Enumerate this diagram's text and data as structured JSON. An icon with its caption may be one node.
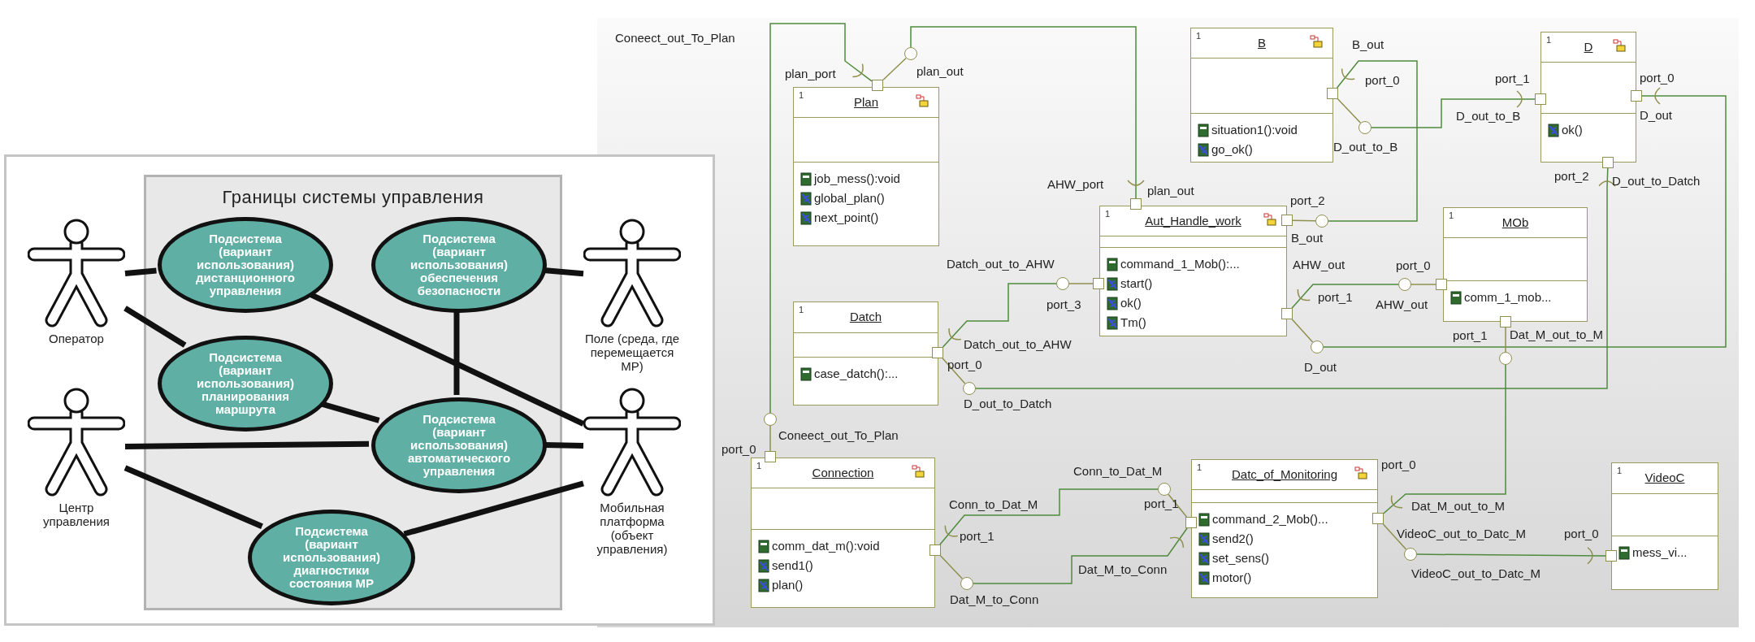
{
  "diagram": {
    "nodes": [
      {
        "text": [
          "Оператор"
        ]
      },
      {
        "text": [
          "Центр управления"
        ]
      },
      {
        "text": [
          "Границы системы управления"
        ]
      },
      {
        "text": [
          "Подсистема (вариант использования) дистанционного управления"
        ],
        "in": 2
      },
      {
        "text": [
          "Подсистема (вариант использования) обеспечения безопасности"
        ],
        "in": 2
      },
      {
        "text": [
          "Подсистема (вариант использования) планирования маршрута"
        ],
        "in": 2
      },
      {
        "text": [
          "Подсистема (вариант использования) автоматического управления"
        ],
        "in": 2
      },
      {
        "text": [
          "Подсистема (вариант использования) диагностики состояния МР"
        ],
        "in": 2
      },
      {
        "text": [
          "Поле (среда, где перемещается МР)"
        ]
      },
      {
        "text": [
          "Мобильная платформа (объект управления)"
        ]
      },
      {
        "text": [
          "1",
          "Plan",
          "job_mess():void",
          "global_plan()",
          "next_point()"
        ]
      },
      {
        "text": [
          "1",
          "B",
          "situation1():void",
          "go_ok()"
        ]
      },
      {
        "text": [
          "1",
          "D",
          "ok()"
        ]
      },
      {
        "text": [
          "1",
          "Aut_Handle_work",
          "command_1_Mob():...",
          "start()",
          "ok()",
          "Tm()"
        ]
      },
      {
        "text": [
          "1",
          "MOb",
          "comm_1_mob..."
        ]
      },
      {
        "text": [
          "1",
          "Datch",
          "case_datch():..."
        ]
      },
      {
        "text": [
          "1",
          "Connection",
          "comm_dat_m():void",
          "send1()",
          "plan()"
        ]
      },
      {
        "text": [
          "1",
          "Datc_of_Monitoring",
          "command_2_Mob()...",
          "send2()",
          "set_sens()",
          "motor()"
        ]
      },
      {
        "text": [
          "1",
          "VideoC",
          "mess_vi..."
        ]
      },
      {
        "text": [],
        "shape": "box"
      },
      {
        "text": [],
        "shape": "box"
      },
      {
        "text": [],
        "shape": "box",
        "beside": [
          "port_2"
        ]
      },
      {
        "text": [],
        "shape": "box",
        "beside": [
          "port_3"
        ]
      },
      {
        "text": [],
        "shape": "box",
        "beside": [
          "port_1"
        ]
      },
      {
        "text": [],
        "shape": "box",
        "beside": [
          "port_0"
        ]
      },
      {
        "text": [],
        "shape": "box",
        "beside": [
          "port_1"
        ]
      },
      {
        "text": [],
        "shape": "box",
        "beside": [
          "port_0"
        ]
      },
      {
        "text": [],
        "shape": "box",
        "beside": [
          "port_2"
        ]
      },
      {
        "text": [],
        "shape": "box",
        "beside": [
          "port_0"
        ]
      },
      {
        "text": [],
        "shape": "box",
        "beside": [
          "port_1"
        ]
      },
      {
        "text": [],
        "shape": "box",
        "beside": [
          "port_0"
        ]
      },
      {
        "text": [],
        "shape": "box",
        "beside": [
          "port_0"
        ]
      },
      {
        "text": [],
        "shape": "box",
        "beside": [
          "port_1"
        ]
      },
      {
        "text": [],
        "shape": "box",
        "beside": [
          "port_1"
        ]
      },
      {
        "text": [],
        "shape": "box"
      },
      {
        "text": [],
        "shape": "box",
        "beside": [
          "port_0"
        ]
      },
      {
        "text": [],
        "shape": "circle",
        "beside": [
          "plan_out"
        ]
      },
      {
        "text": [],
        "shape": "circle",
        "beside": [
          "Coneect_out_To_Plan"
        ]
      },
      {
        "text": [],
        "shape": "circle",
        "beside": [
          "Datch_out_to_AHW"
        ]
      },
      {
        "text": [],
        "shape": "circle",
        "beside": [
          "D_out_to_Datch"
        ]
      },
      {
        "text": [],
        "shape": "circle",
        "beside": [
          "B_out"
        ]
      },
      {
        "text": [],
        "shape": "circle"
      },
      {
        "text": [],
        "shape": "circle",
        "beside": [
          "D_out"
        ]
      },
      {
        "text": [],
        "shape": "circle",
        "beside": [
          "AHW_out"
        ]
      },
      {
        "text": [],
        "shape": "circle",
        "beside": [
          "Dat_M_out_to_M"
        ]
      },
      {
        "text": [],
        "shape": "circle",
        "beside": [
          "Conn_to_Dat_M"
        ]
      },
      {
        "text": [],
        "shape": "circle",
        "beside": [
          "Dat_M_to_Conn"
        ]
      },
      {
        "text": [],
        "shape": "circle",
        "beside": [
          "VideoC_out_to_Datc_M"
        ]
      }
    ],
    "edges": [
      {
        "from": 0,
        "to": 3,
        "arrow": "none",
        "style": "thick",
        "color": "#111111"
      },
      {
        "from": 0,
        "to": 5,
        "arrow": "none",
        "style": "thick",
        "color": "#111111"
      },
      {
        "from": 1,
        "to": 6,
        "arrow": "none",
        "style": "thick",
        "color": "#111111"
      },
      {
        "from": 1,
        "to": 7,
        "arrow": "none",
        "style": "thick",
        "color": "#111111"
      },
      {
        "from": 3,
        "to": 9,
        "arrow": "none",
        "style": "thick",
        "color": "#111111"
      },
      {
        "from": 4,
        "to": 8,
        "arrow": "none",
        "style": "thick",
        "color": "#111111"
      },
      {
        "from": 4,
        "to": 6,
        "arrow": "none",
        "style": "thick",
        "color": "#111111"
      },
      {
        "from": 5,
        "to": 6,
        "arrow": "none",
        "style": "thick",
        "color": "#111111"
      },
      {
        "from": 6,
        "to": 9,
        "arrow": "none",
        "style": "thick",
        "color": "#111111"
      },
      {
        "from": 7,
        "to": 9,
        "arrow": "none",
        "style": "thick",
        "color": "#111111"
      },
      {
        "from": 19,
        "to": 36,
        "arrow": "none",
        "color": "#8f8f4f"
      },
      {
        "from": 36,
        "to": 20,
        "arrow": "other",
        "label": "plan_out"
      },
      {
        "from": 31,
        "to": 37,
        "arrow": "none",
        "color": "#8f8f4f"
      },
      {
        "from": 37,
        "to": 19,
        "arrow": "other",
        "label": "Coneect_out_To_Plan"
      },
      {
        "from": 22,
        "to": 38,
        "arrow": "none",
        "color": "#8f8f4f"
      },
      {
        "from": 38,
        "to": 30,
        "arrow": "other",
        "label": "Datch_out_to_AHW"
      },
      {
        "from": 30,
        "to": 39,
        "arrow": "none",
        "color": "#8f8f4f"
      },
      {
        "from": 39,
        "to": 27,
        "arrow": "other",
        "label": "D_out_to_Datch"
      },
      {
        "from": 21,
        "to": 40,
        "arrow": "none",
        "color": "#8f8f4f"
      },
      {
        "from": 40,
        "to": 24,
        "arrow": "other",
        "label": "B_out"
      },
      {
        "from": 24,
        "to": 41,
        "arrow": "none",
        "color": "#8f8f4f"
      },
      {
        "from": 41,
        "to": 25,
        "arrow": "other",
        "label": "D_out_to_B"
      },
      {
        "from": 23,
        "to": 42,
        "arrow": "none",
        "color": "#8f8f4f"
      },
      {
        "from": 42,
        "to": 26,
        "arrow": "other",
        "label": "D_out"
      },
      {
        "from": 28,
        "to": 43,
        "arrow": "none",
        "color": "#8f8f4f"
      },
      {
        "from": 43,
        "to": 23,
        "arrow": "other",
        "label": "AHW_out"
      },
      {
        "from": 29,
        "to": 44,
        "arrow": "none",
        "color": "#8f8f4f"
      },
      {
        "from": 44,
        "to": 34,
        "arrow": "other",
        "label": "Dat_M_out_to_M"
      },
      {
        "from": 32,
        "to": 46,
        "arrow": "none",
        "color": "#8f8f4f"
      },
      {
        "from": 46,
        "to": 33,
        "arrow": "other",
        "label": "Dat_M_to_Conn"
      },
      {
        "from": 33,
        "to": 45,
        "arrow": "none",
        "color": "#8f8f4f"
      },
      {
        "from": 45,
        "to": 32,
        "arrow": "other",
        "label": "Conn_to_Dat_M"
      },
      {
        "from": 34,
        "to": 47,
        "arrow": "none",
        "color": "#8f8f4f"
      },
      {
        "from": 47,
        "to": 35,
        "arrow": "other",
        "label": "VideoC_out_to_Datc_M"
      }
    ],
    "labels": [
      "plan_port",
      "D_out_to_B",
      "AHW_port",
      "port_0"
    ]
  }
}
